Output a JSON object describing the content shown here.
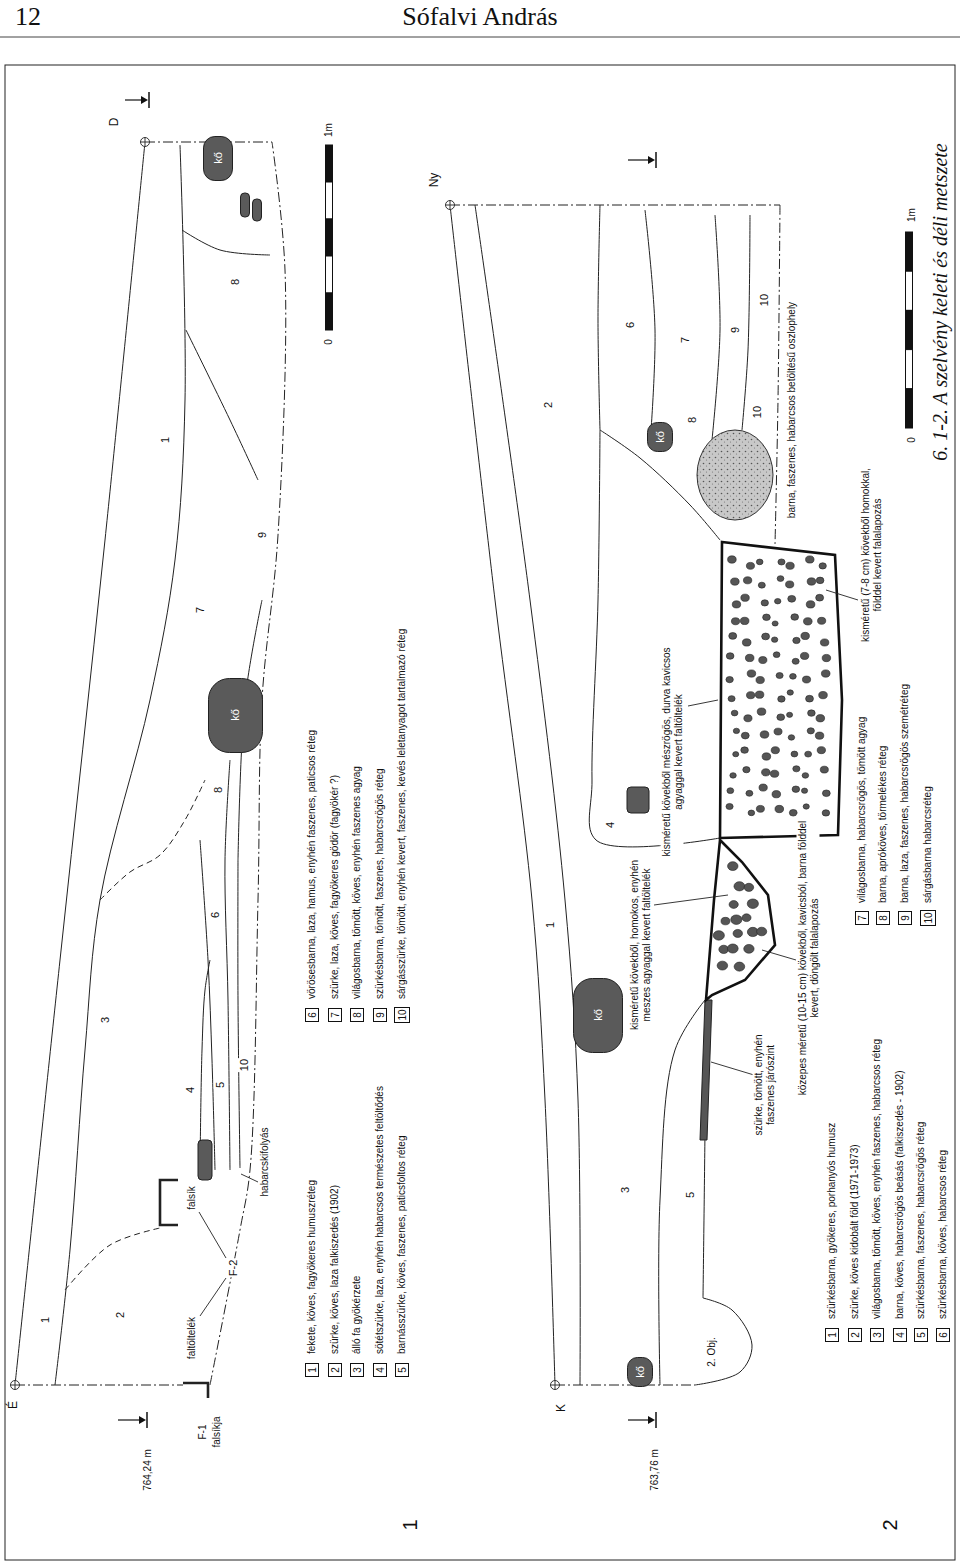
{
  "diagram": {
    "caption": "6. 1-2. A szelvény keleti és déli metszete",
    "nodes": [
      {
        "text": [
          "kő"
        ]
      },
      {
        "text": [
          "kő"
        ]
      },
      {
        "text": [
          "1"
        ]
      },
      {
        "text": [
          "2"
        ]
      },
      {
        "text": [
          "3"
        ]
      },
      {
        "text": [
          "4"
        ]
      },
      {
        "text": [
          "5"
        ]
      },
      {
        "text": [
          "6"
        ]
      },
      {
        "text": [
          "7"
        ]
      },
      {
        "text": [
          "8"
        ]
      },
      {
        "text": [
          "9"
        ]
      },
      {
        "text": [
          "10"
        ]
      },
      {
        "text": [
          "kő"
        ]
      },
      {
        "text": [
          "kő"
        ]
      },
      {
        "text": [
          "kő"
        ]
      },
      {
        "text": [
          "1"
        ]
      },
      {
        "text": [
          "2"
        ]
      },
      {
        "text": [
          "3"
        ]
      },
      {
        "text": [
          "4"
        ]
      },
      {
        "text": [
          "5"
        ]
      },
      {
        "text": [
          "6"
        ]
      },
      {
        "text": [
          "7"
        ]
      },
      {
        "text": [
          "8"
        ]
      },
      {
        "text": [
          "9"
        ]
      },
      {
        "text": [
          "10"
        ]
      }
    ],
    "labels": [
      "12",
      "Sófalvi András",
      "D",
      "1m",
      "0",
      "1",
      "7",
      "8",
      "9",
      "8",
      "6",
      "3",
      "4",
      "5",
      "10",
      "1",
      "2",
      "falsík",
      "faltöltelék",
      "F-2",
      "habarcskifolyás",
      "É",
      "F-1",
      "falsíkja",
      "764,24 m",
      "1",
      "Ny",
      "1m",
      "0",
      "6",
      "7",
      "2",
      "9",
      "10",
      "8",
      "10",
      "barna, faszenes, habarcsos betöltésű oszlophely",
      "kisméretű (7-8 cm) kövekből homokkal, földdel kevert falalapozás",
      "kisméretű kövekből mészrögös, durva kavicsos agyaggal kevert faltöltelék",
      "4",
      "1",
      "kisméretű kövekből, homokos, enyhén meszes agyaggal kevert faltöltelék",
      "közepes méretű (10-15 cm) kövekből, kavicsból, barna földdel kevert, döngölt falalapozás",
      "szürke, tömött, enyhén faszenes járószint",
      "3",
      "5",
      "2. Obj.",
      "K",
      "763,76 m",
      "2"
    ],
    "legend": [
      {
        "text": "fekete, köves, fagyökeres humuszréteg"
      },
      {
        "text": "szürke, köves, laza falkiszedés (1902)"
      },
      {
        "text": "álló fa gyökérzete"
      },
      {
        "text": "sötétszürke, laza, enyhén habarcsos természetes feltöltődés"
      },
      {
        "text": "barnásszürke, köves, faszenes, paticsfoltos réteg"
      },
      {
        "text": "vörösesbarna, laza, hamus, enyhén faszenes, paticsos réteg"
      },
      {
        "text": "szürke, laza, köves, fagyökeres gödör (fagyökér ?)"
      },
      {
        "text": "világosbarna, tömött, köves, enyhén faszenes agyag"
      },
      {
        "text": "szürkésbarna, tömött, faszenes, habarcsrögös réteg"
      },
      {
        "text": "sárgásszürke, tömött, enyhén kevert, faszenes, kevés leletanyagot tartalmazó réteg"
      },
      {
        "text": "szürkésbarna, gyökeres, porhanyós humusz"
      },
      {
        "text": "szürke, köves kidobált föld (1971-1973)"
      },
      {
        "text": "világosbarna, tömött, köves, enyhén faszenes, habarcsos réteg"
      },
      {
        "text": "barna, köves, habarcsrögös beásás (falkiszedés - 1902)"
      },
      {
        "text": "szürkésbarna, faszenes, habarcsrögös réteg"
      },
      {
        "text": "szürkésbarna, köves, habarcsos réteg"
      },
      {
        "text": "világosbarna, habarcsrögös, tömött agyag"
      },
      {
        "text": "barna, apróköves, törmelékes réteg"
      },
      {
        "text": "barna, laza, faszenes, habarcsrögös szemétréteg"
      },
      {
        "text": "sárgásbarna habarcsréteg"
      }
    ]
  }
}
